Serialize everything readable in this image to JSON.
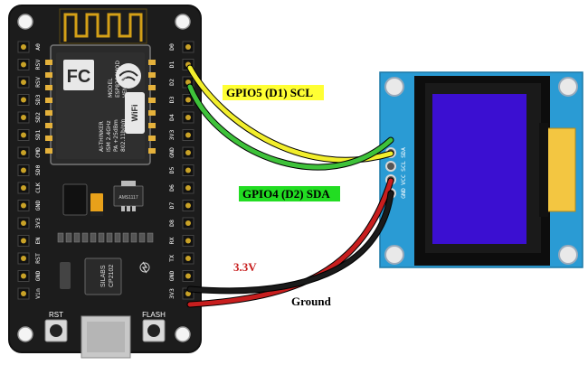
{
  "board": {
    "left_pins": [
      "A0",
      "RSV",
      "RSV",
      "SD3",
      "SD2",
      "SD1",
      "CMD",
      "SD0",
      "CLK",
      "GND",
      "3V3",
      "EN",
      "RST",
      "GND",
      "Vin"
    ],
    "right_pins": [
      "D0",
      "D1",
      "D2",
      "D3",
      "D4",
      "3V3",
      "GND",
      "D5",
      "D6",
      "D7",
      "D8",
      "RX",
      "TX",
      "GND",
      "3V3"
    ],
    "module_text": [
      "MODEL",
      "ESP8266MOD",
      "VENDOR",
      "AI-THINKER",
      "ISM 2.4GHz",
      "PA +25dBm",
      "802.11b/g/n"
    ],
    "fc_mark": "FC",
    "wifi_mark": "WiFi",
    "usb_chip": [
      "SILABS",
      "CP2102"
    ],
    "regulator": "AMS1117",
    "rst_label": "RST",
    "flash_label": "FLASH"
  },
  "oled": {
    "pins": [
      "GND",
      "VCC",
      "SCL",
      "SDA"
    ],
    "screen_color": "#3b0fd1"
  },
  "connections": [
    {
      "label": "GPIO5 (D1) SCL",
      "color": "#f2ee2c",
      "label_bg": "#ffff33"
    },
    {
      "label": "GPIO4 (D2) SDA",
      "color": "#3ec23a",
      "label_bg": "#22dd22"
    },
    {
      "label": "3.3V",
      "color": "#c81e1e"
    },
    {
      "label": "Ground",
      "color": "#1a1a1a"
    }
  ]
}
